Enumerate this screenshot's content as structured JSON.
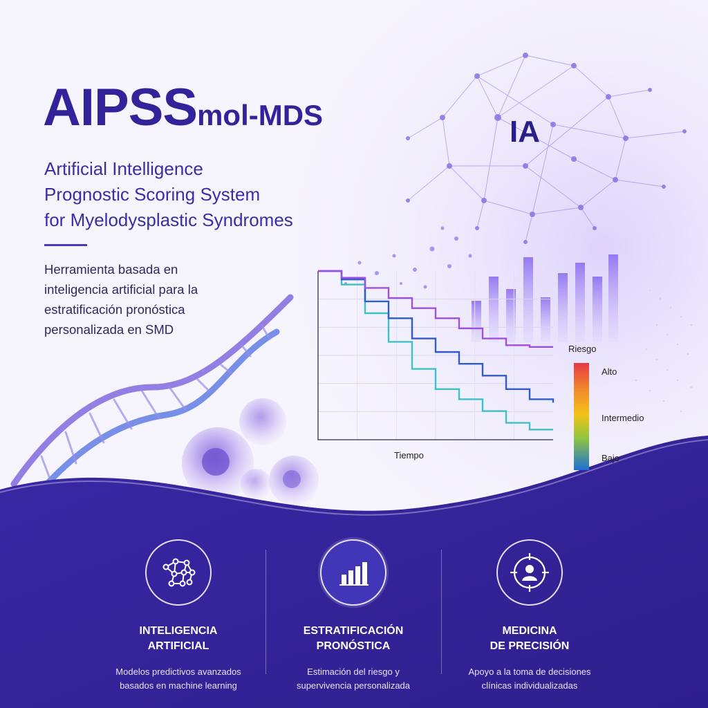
{
  "title": {
    "main": "AIPSS",
    "suffix": "mol-MDS"
  },
  "subtitle": [
    "Artificial Intelligence",
    "Prognostic Scoring System",
    "for Myelodysplastic Syndromes"
  ],
  "description": [
    "Herramienta basada en",
    "inteligencia artificial para la",
    "estratificación pronóstica",
    "personalizada en SMD"
  ],
  "brain_label": "IA",
  "chart_data": {
    "type": "line",
    "xlabel": "Tiempo",
    "ylabel": "",
    "series": [
      {
        "name": "Bajo",
        "color": "#3fc0c8",
        "x": [
          0,
          1,
          2,
          3,
          4,
          5,
          6,
          7,
          8,
          9,
          10
        ],
        "y": [
          1.0,
          0.92,
          0.75,
          0.58,
          0.42,
          0.3,
          0.24,
          0.17,
          0.1,
          0.06,
          0.06
        ]
      },
      {
        "name": "Intermedio",
        "color": "#2f5ad0",
        "x": [
          0,
          1,
          2,
          3,
          4,
          5,
          6,
          7,
          8,
          9,
          10
        ],
        "y": [
          1.0,
          0.95,
          0.82,
          0.72,
          0.6,
          0.52,
          0.45,
          0.38,
          0.3,
          0.24,
          0.22
        ]
      },
      {
        "name": "Alto",
        "color": "#a04ee0",
        "x": [
          0,
          1,
          2,
          3,
          4,
          5,
          6,
          7,
          8,
          9,
          10
        ],
        "y": [
          1.0,
          0.96,
          0.9,
          0.84,
          0.78,
          0.72,
          0.66,
          0.6,
          0.56,
          0.55,
          0.55
        ]
      }
    ]
  },
  "risk_scale": {
    "title": "Riesgo",
    "high": "Alto",
    "mid": "Intermedio",
    "low": "Bajo"
  },
  "features": [
    {
      "title_lines": [
        "INTELIGENCIA",
        "ARTIFICIAL"
      ],
      "desc_lines": [
        "Modelos predictivos avanzados",
        "basados en machine learning"
      ],
      "icon": "neural-network-icon"
    },
    {
      "title_lines": [
        "ESTRATIFICACIÓN",
        "PRONÓSTICA"
      ],
      "desc_lines": [
        "Estimación del riesgo y",
        "supervivencia personalizada"
      ],
      "icon": "bar-chart-icon"
    },
    {
      "title_lines": [
        "MEDICINA",
        "DE PRECISIÓN"
      ],
      "desc_lines": [
        "Apoyo a la toma de decisiones",
        "clínicas individualizadas"
      ],
      "icon": "target-person-icon"
    }
  ],
  "colors": {
    "primary": "#33239a",
    "band": "#3a2ba8",
    "accent": "#8a5ff0"
  }
}
